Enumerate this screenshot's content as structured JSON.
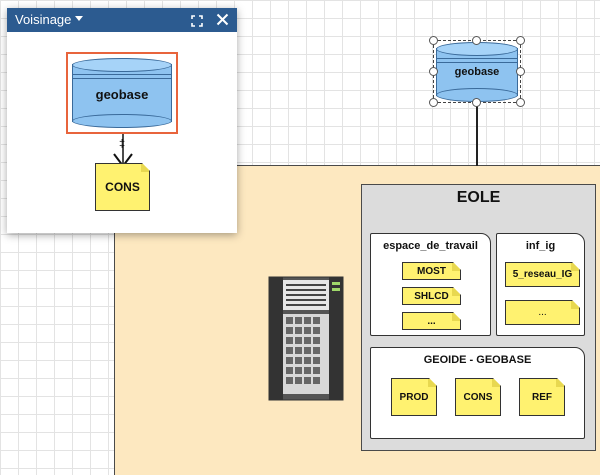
{
  "panel": {
    "title": "Voisinage",
    "dropdown_icon": "caret-down-icon",
    "expand_icon": "expand-icon",
    "close_icon": "close-icon",
    "db_label": "geobase",
    "note_label": "CONS",
    "link_marker": "‡"
  },
  "canvas": {
    "db_label": "geobase",
    "eole": {
      "title": "EOLE",
      "workspace": {
        "title": "espace_de_travail",
        "items": [
          "MOST",
          "SHLCD",
          "..."
        ]
      },
      "infig": {
        "title": "inf_ig",
        "items": [
          "5_reseau_IG",
          "..."
        ]
      },
      "geoide": {
        "title": "GEOIDE - GEOBASE",
        "items": [
          "PROD",
          "CONS",
          "REF"
        ]
      }
    }
  },
  "colors": {
    "header": "#2c5b90",
    "zone": "#fde8c0",
    "note": "#fff270",
    "cylinder": "#8ec3f0",
    "selection": "#e8643c"
  }
}
